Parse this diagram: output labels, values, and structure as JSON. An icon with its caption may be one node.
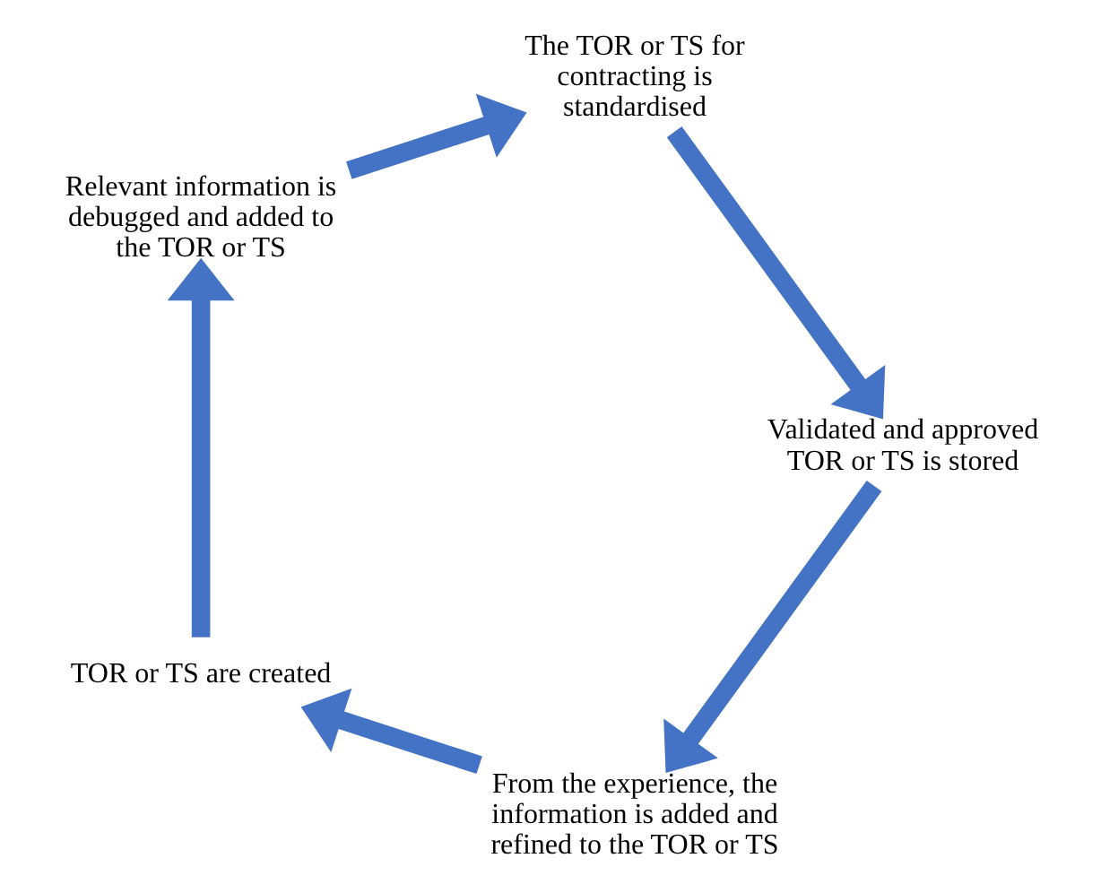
{
  "diagram": {
    "nodes": [
      {
        "text": [
          "From the experience, the information is added and refined to the TOR or TS"
        ]
      },
      {
        "text": [
          "TOR or TS are created"
        ]
      },
      {
        "text": [
          "Relevant information is debugged and added to the TOR or TS"
        ]
      },
      {
        "text": [
          "The TOR or TS for contracting is standardised"
        ]
      },
      {
        "text": [
          "Validated and approved TOR or TS is stored"
        ]
      }
    ],
    "edges": [
      {
        "from": 0,
        "to": 1,
        "arrow": "to"
      },
      {
        "from": 1,
        "to": 2,
        "arrow": "to"
      },
      {
        "from": 2,
        "to": 3,
        "arrow": "to"
      },
      {
        "from": 3,
        "to": 4,
        "arrow": "to"
      },
      {
        "from": 4,
        "to": 0,
        "arrow": "to"
      }
    ]
  }
}
